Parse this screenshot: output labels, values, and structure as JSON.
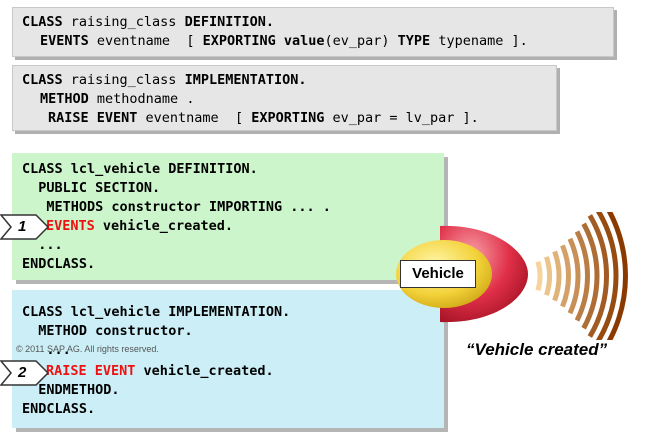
{
  "syntax_definition": {
    "line1": [
      "CLASS",
      " raising_class ",
      "DEFINITION."
    ],
    "line2": [
      "EVENTS",
      " eventname  [ ",
      "EXPORTING",
      " ",
      "value",
      "(ev_par) ",
      "TYPE",
      " typename ]."
    ]
  },
  "syntax_implementation": {
    "line1": [
      "CLASS",
      " raising_class ",
      "IMPLEMENTATION."
    ],
    "line2": [
      "METHOD",
      " methodname ."
    ],
    "line3": [
      "RAISE EVENT",
      " eventname  [ ",
      "EXPORTING",
      " ev_par = lv_par ]."
    ]
  },
  "definition_block": {
    "lines": [
      "CLASS lcl_vehicle DEFINITION.",
      "  PUBLIC SECTION.",
      "   METHODS constructor IMPORTING ... .",
      "   ... .",
      "  ...",
      "ENDCLASS."
    ],
    "events_keyword": "EVENTS",
    "events_rest": " vehicle_created."
  },
  "implementation_block": {
    "lines": [
      "CLASS lcl_vehicle IMPLEMENTATION.",
      "  METHOD constructor.",
      "   ...",
      "  ENDMETHOD.",
      "ENDCLASS."
    ],
    "raise_keyword": "RAISE EVENT",
    "raise_rest": " vehicle_created."
  },
  "markers": {
    "one": "1",
    "two": "2"
  },
  "vehicle_label": "Vehicle",
  "caption": "“Vehicle created”",
  "copyright": "© 2011 SAP AG. All rights reserved.",
  "colors": {
    "keyword_red": "#ee1111",
    "green_box": "#ccf5cc",
    "cyan_box": "#cceff7",
    "vehicle_red": "#d7263d",
    "vehicle_yellow": "#f3d23a",
    "wave_start": "#f7d49c",
    "wave_end": "#8a3a00"
  }
}
